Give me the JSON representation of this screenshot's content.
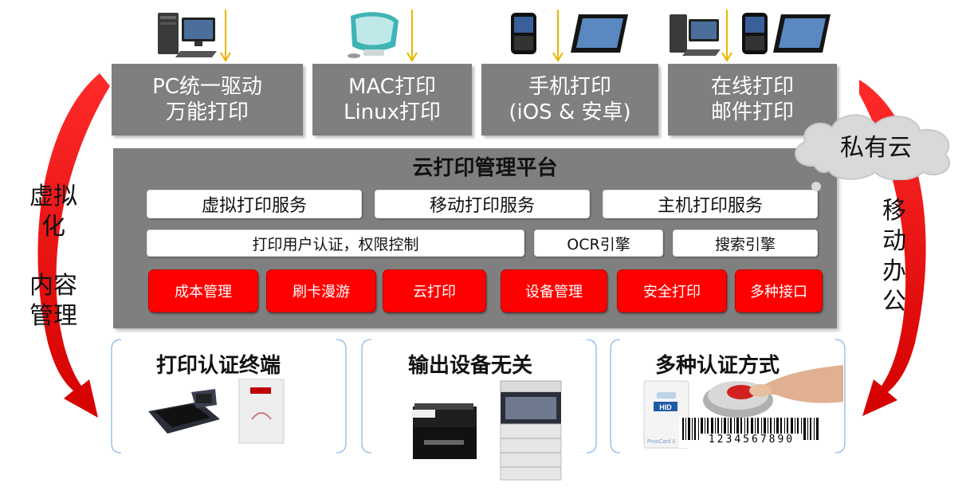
{
  "top_boxes": [
    {
      "line1": "PC统一驱动",
      "line2": "万能打印"
    },
    {
      "line1": "MAC打印",
      "line2": "Linux打印"
    },
    {
      "line1": "手机打印",
      "line2": "(iOS & 安卓)"
    },
    {
      "line1": "在线打印",
      "line2": "邮件打印"
    }
  ],
  "cloud_label": "私有云",
  "platform": {
    "title": "云打印管理平台",
    "row1": [
      "虚拟打印服务",
      "移动打印服务",
      "主机打印服务"
    ],
    "row2": [
      "打印用户认证，权限控制",
      "OCR引擎",
      "搜索引擎"
    ],
    "red_modules": [
      "成本管理",
      "刷卡漫游",
      "云打印",
      "设备管理",
      "安全打印",
      "多种接口"
    ]
  },
  "left_side": {
    "line1": "虚拟",
    "line2": "化",
    "line3": "内容",
    "line4": "管理"
  },
  "right_side": {
    "chars": [
      "移",
      "动",
      "办",
      "公"
    ]
  },
  "bottom_groups": [
    {
      "title": "打印认证终端"
    },
    {
      "title": "输出设备无关"
    },
    {
      "title": "多种认证方式",
      "card_brand": "HID",
      "card_text": "ProxCard II",
      "barcode_number": "1234567890"
    }
  ],
  "colors": {
    "gray_box": "#7f7f7f",
    "red": "#ff0000",
    "arrow_red": "#e00000",
    "arrow_yellow": "#e8b600"
  }
}
